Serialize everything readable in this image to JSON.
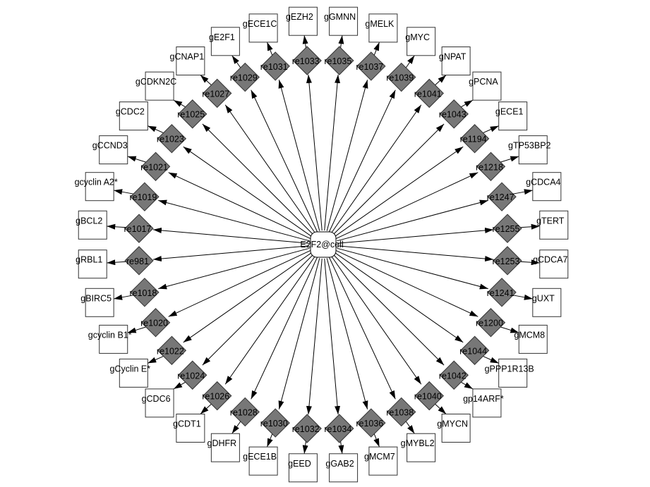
{
  "center": {
    "label": "E2F2@cell"
  },
  "colors": {
    "reaction_fill": "#777777",
    "gene_fill": "#ffffff",
    "edge": "#000000"
  },
  "edges": [
    {
      "reaction": "re1035",
      "gene": "gGMNN"
    },
    {
      "reaction": "re1037",
      "gene": "gMELK"
    },
    {
      "reaction": "re1039",
      "gene": "gMYC"
    },
    {
      "reaction": "re1041",
      "gene": "gNPAT"
    },
    {
      "reaction": "re1043",
      "gene": "gPCNA"
    },
    {
      "reaction": "re1194",
      "gene": "gECE1"
    },
    {
      "reaction": "re1218",
      "gene": "gTP53BP2"
    },
    {
      "reaction": "re1247",
      "gene": "gCDCA4"
    },
    {
      "reaction": "re1255",
      "gene": "gTERT"
    },
    {
      "reaction": "re1253",
      "gene": "gCDCA7"
    },
    {
      "reaction": "re1241",
      "gene": "gUXT"
    },
    {
      "reaction": "re1200",
      "gene": "gMCM8"
    },
    {
      "reaction": "re1044",
      "gene": "gPPP1R13B"
    },
    {
      "reaction": "re1042",
      "gene": "gp14ARF*"
    },
    {
      "reaction": "re1040",
      "gene": "gMYCN"
    },
    {
      "reaction": "re1038",
      "gene": "gMYBL2"
    },
    {
      "reaction": "re1036",
      "gene": "gMCM7"
    },
    {
      "reaction": "re1034",
      "gene": "gGAB2"
    },
    {
      "reaction": "re1032",
      "gene": "gEED"
    },
    {
      "reaction": "re1030",
      "gene": "gECE1B"
    },
    {
      "reaction": "re1028",
      "gene": "gDHFR"
    },
    {
      "reaction": "re1026",
      "gene": "gCDT1"
    },
    {
      "reaction": "re1024",
      "gene": "gCDC6"
    },
    {
      "reaction": "re1022",
      "gene": "gCyclin E*"
    },
    {
      "reaction": "re1020",
      "gene": "gcyclin B1*"
    },
    {
      "reaction": "re1018",
      "gene": "gBIRC5"
    },
    {
      "reaction": "re981",
      "gene": "gRBL1"
    },
    {
      "reaction": "re1017",
      "gene": "gBCL2"
    },
    {
      "reaction": "re1019",
      "gene": "gcyclin A2*"
    },
    {
      "reaction": "re1021",
      "gene": "gCCND3"
    },
    {
      "reaction": "re1023",
      "gene": "gCDC2"
    },
    {
      "reaction": "re1025",
      "gene": "gCDKN2C"
    },
    {
      "reaction": "re1027",
      "gene": "gCNAP1"
    },
    {
      "reaction": "re1029",
      "gene": "gE2F1"
    },
    {
      "reaction": "re1031",
      "gene": "gECE1C"
    },
    {
      "reaction": "re1033",
      "gene": "gEZH2"
    }
  ]
}
